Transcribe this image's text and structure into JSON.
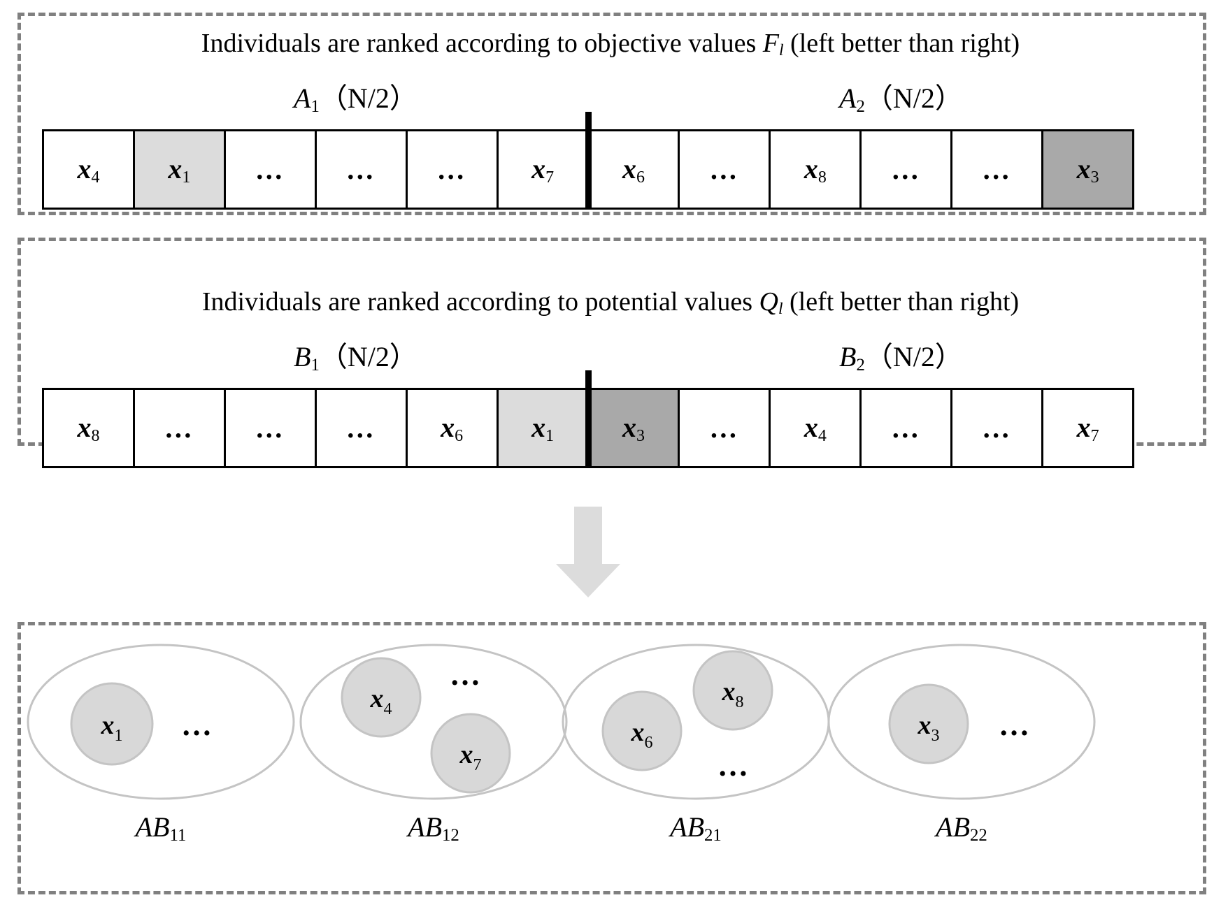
{
  "panels": {
    "objective": {
      "caption_pre": "Individuals are ranked according to objective values ",
      "caption_sym": "F",
      "caption_sym_sub": "l",
      "caption_post": " (left better than right)",
      "left_group": {
        "name": "A",
        "index": "1",
        "size": "（N/2）"
      },
      "right_group": {
        "name": "A",
        "index": "2",
        "size": "（N/2）"
      },
      "cells": [
        {
          "label": "x",
          "sub": "4",
          "shade": "none"
        },
        {
          "label": "x",
          "sub": "1",
          "shade": "light"
        },
        {
          "label": "…",
          "sub": "",
          "shade": "none"
        },
        {
          "label": "…",
          "sub": "",
          "shade": "none"
        },
        {
          "label": "…",
          "sub": "",
          "shade": "none"
        },
        {
          "label": "x",
          "sub": "7",
          "shade": "none"
        },
        {
          "label": "x",
          "sub": "6",
          "shade": "none"
        },
        {
          "label": "…",
          "sub": "",
          "shade": "none"
        },
        {
          "label": "x",
          "sub": "8",
          "shade": "none"
        },
        {
          "label": "…",
          "sub": "",
          "shade": "none"
        },
        {
          "label": "…",
          "sub": "",
          "shade": "none"
        },
        {
          "label": "x",
          "sub": "3",
          "shade": "dark"
        }
      ],
      "split_after_cell": 6
    },
    "potential": {
      "caption_pre": "Individuals are ranked according to potential values ",
      "caption_sym": "Q",
      "caption_sym_sub": "l",
      "caption_post": " (left better than right)",
      "left_group": {
        "name": "B",
        "index": "1",
        "size": "（N/2）"
      },
      "right_group": {
        "name": "B",
        "index": "2",
        "size": "（N/2）"
      },
      "cells": [
        {
          "label": "x",
          "sub": "8",
          "shade": "none"
        },
        {
          "label": "…",
          "sub": "",
          "shade": "none"
        },
        {
          "label": "…",
          "sub": "",
          "shade": "none"
        },
        {
          "label": "…",
          "sub": "",
          "shade": "none"
        },
        {
          "label": "x",
          "sub": "6",
          "shade": "none"
        },
        {
          "label": "x",
          "sub": "1",
          "shade": "light"
        },
        {
          "label": "x",
          "sub": "3",
          "shade": "dark"
        },
        {
          "label": "…",
          "sub": "",
          "shade": "none"
        },
        {
          "label": "x",
          "sub": "4",
          "shade": "none"
        },
        {
          "label": "…",
          "sub": "",
          "shade": "none"
        },
        {
          "label": "…",
          "sub": "",
          "shade": "none"
        },
        {
          "label": "x",
          "sub": "7",
          "shade": "none"
        }
      ],
      "split_after_cell": 6
    }
  },
  "arrow": {
    "name": "down-arrow",
    "color": "#dcdcdc"
  },
  "groups": [
    {
      "label": "AB",
      "label_sub": "11",
      "members": [
        {
          "label": "x",
          "sub": "1"
        }
      ],
      "ellipsis_count": 1
    },
    {
      "label": "AB",
      "label_sub": "12",
      "members": [
        {
          "label": "x",
          "sub": "4"
        },
        {
          "label": "x",
          "sub": "7"
        }
      ],
      "ellipsis_count": 1
    },
    {
      "label": "AB",
      "label_sub": "21",
      "members": [
        {
          "label": "x",
          "sub": "6"
        },
        {
          "label": "x",
          "sub": "8"
        }
      ],
      "ellipsis_count": 1
    },
    {
      "label": "AB",
      "label_sub": "22",
      "members": [
        {
          "label": "x",
          "sub": "3"
        }
      ],
      "ellipsis_count": 1
    }
  ],
  "colors": {
    "dash_border": "#808080",
    "cell_border": "#000000",
    "shade_light": "#dcdcdc",
    "shade_dark": "#a9a9a9",
    "ellipse_stroke": "#c4c4c4",
    "blob_fill": "#d8d8d8",
    "arrow_fill": "#dcdcdc"
  },
  "ellipsis_glyph": "…"
}
